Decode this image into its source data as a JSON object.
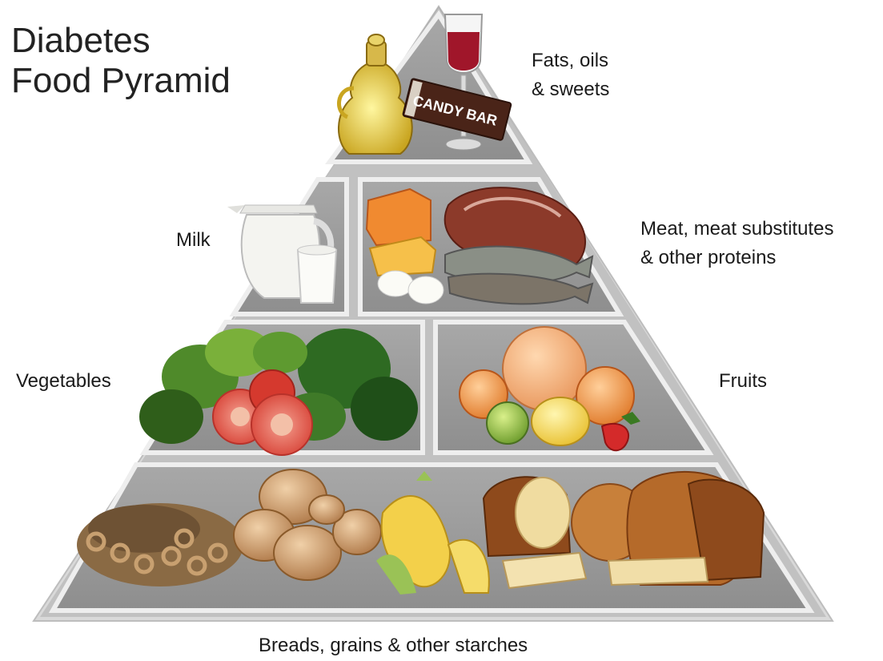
{
  "title": {
    "line1": "Diabetes",
    "line2": "Food Pyramid"
  },
  "labels": {
    "fats_line1": "Fats, oils",
    "fats_line2": "& sweets",
    "milk": "Milk",
    "meat_line1": "Meat, meat substitutes",
    "meat_line2": "& other proteins",
    "vegetables": "Vegetables",
    "fruits": "Fruits",
    "breads": "Breads, grains & other starches"
  },
  "product_labels": {
    "candy_bar": "CANDY BAR"
  },
  "colors": {
    "pyramid_face": "#9e9e9e",
    "pyramid_edge": "#e6e6e6",
    "pyramid_shadow": "#6e6e6e"
  }
}
